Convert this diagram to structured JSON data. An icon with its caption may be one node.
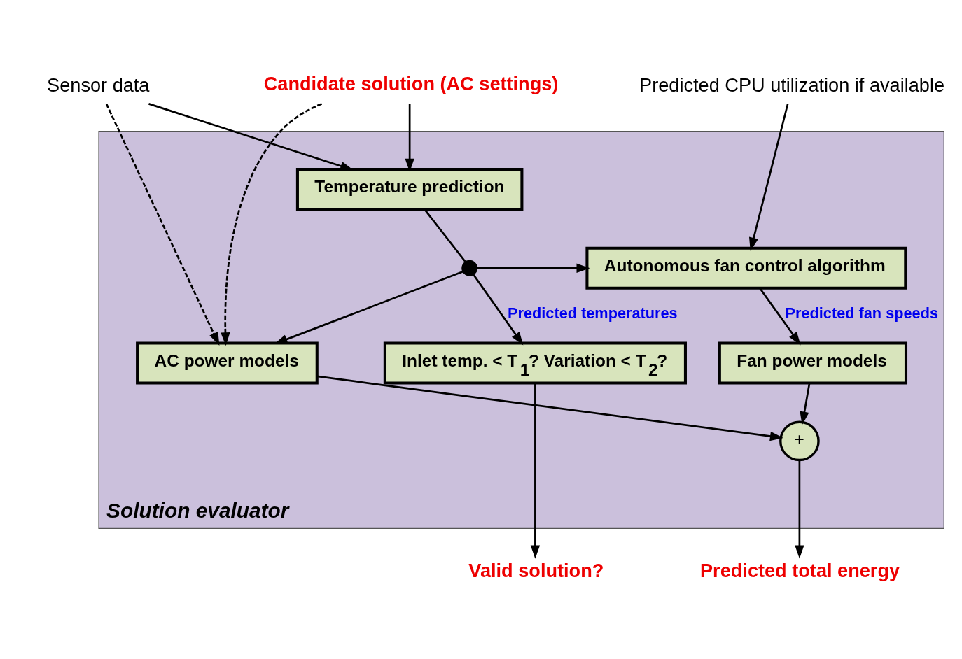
{
  "diagram": {
    "nodes": [
      {
        "text": [
          "Solution evaluator"
        ]
      },
      {
        "text": [
          "Sensor data"
        ]
      },
      {
        "text": [
          "Candidate solution (AC settings)"
        ]
      },
      {
        "text": [
          "Predicted CPU utilization if available"
        ]
      },
      {
        "text": [
          "Temperature prediction"
        ],
        "in": 0
      },
      {
        "text": [
          "Autonomous fan control algorithm"
        ],
        "in": 0
      },
      {
        "text": [],
        "shape": "circle",
        "in": 0
      },
      {
        "text": [
          "Inlet temp. < T$_{1}$? Variation < T$_{2}$?"
        ],
        "in": 0
      },
      {
        "text": [
          "AC power models"
        ],
        "in": 0
      },
      {
        "text": [
          "Fan power models"
        ],
        "in": 0
      },
      {
        "text": [
          "+"
        ],
        "in": 0
      },
      {
        "text": [
          "Valid solution?"
        ]
      },
      {
        "text": [
          "Predicted total energy"
        ]
      }
    ],
    "edges": [
      {
        "from": 1,
        "to": 4,
        "arrow": "to"
      },
      {
        "from": 1,
        "to": 8,
        "arrow": "to",
        "style": "dashed"
      },
      {
        "from": 2,
        "to": 4,
        "arrow": "to"
      },
      {
        "from": 2,
        "to": 8,
        "arrow": "to",
        "style": "dashed"
      },
      {
        "from": 3,
        "to": 5,
        "arrow": "to"
      },
      {
        "from": 4,
        "to": 6,
        "arrow": "none"
      },
      {
        "from": 6,
        "to": 5,
        "arrow": "to"
      },
      {
        "from": 6,
        "to": 7,
        "arrow": "to",
        "label": "Predicted temperatures"
      },
      {
        "from": 6,
        "to": 8,
        "arrow": "to"
      },
      {
        "from": 5,
        "to": 9,
        "arrow": "to",
        "label": "Predicted fan speeds"
      },
      {
        "from": 8,
        "to": 10,
        "arrow": "to"
      },
      {
        "from": 9,
        "to": 10,
        "arrow": "to"
      },
      {
        "from": 7,
        "to": 11,
        "arrow": "to"
      },
      {
        "from": 10,
        "to": 12,
        "arrow": "to"
      }
    ]
  }
}
